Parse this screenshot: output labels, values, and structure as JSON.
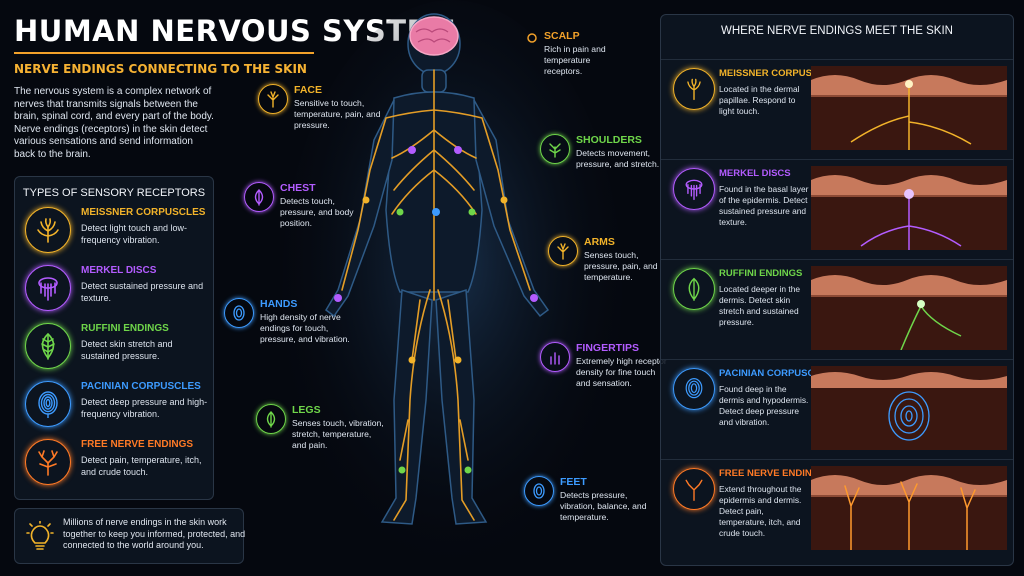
{
  "header": {
    "title": "HUMAN NERVOUS SYSTEM",
    "subtitle": "NERVE ENDINGS CONNECTING TO THE SKIN",
    "intro": "The nervous system is a complex network of nerves that transmits signals between the brain, spinal cord, and every part of the body. Nerve endings (receptors) in the skin detect various sensations and send information back to the brain."
  },
  "colors": {
    "meissner": "#f2b32a",
    "merkel": "#b35cff",
    "ruffini": "#6fd64a",
    "pacinian": "#3d9bff",
    "free": "#ff7a26",
    "accent": "#f2a12a"
  },
  "receptors": {
    "title": "TYPES OF SENSORY RECEPTORS",
    "items": [
      {
        "name": "MEISSNER CORPUSCLES",
        "desc": "Detect light touch and low-frequency vibration.",
        "icon": "meissner-icon"
      },
      {
        "name": "MERKEL DISCS",
        "desc": "Detect sustained pressure and texture.",
        "icon": "merkel-icon"
      },
      {
        "name": "RUFFINI ENDINGS",
        "desc": "Detect skin stretch and sustained pressure.",
        "icon": "ruffini-icon"
      },
      {
        "name": "PACINIAN CORPUSCLES",
        "desc": "Detect deep pressure and high-frequency vibration.",
        "icon": "pacinian-icon"
      },
      {
        "name": "FREE NERVE ENDINGS",
        "desc": "Detect pain, temperature, itch, and crude touch.",
        "icon": "free-nerve-icon"
      }
    ]
  },
  "footer": {
    "text": "Millions of nerve endings in the skin work together to keep you informed, protected, and connected to the world around you.",
    "icon": "lightbulb-icon"
  },
  "body_labels": {
    "scalp": {
      "name": "SCALP",
      "desc": "Rich in pain and temperature receptors."
    },
    "face": {
      "name": "FACE",
      "desc": "Sensitive to touch, temperature, pain, and pressure."
    },
    "shoulders": {
      "name": "SHOULDERS",
      "desc": "Detects movement, pressure, and stretch."
    },
    "chest": {
      "name": "CHEST",
      "desc": "Detects touch, pressure, and body position."
    },
    "arms": {
      "name": "ARMS",
      "desc": "Senses touch, pressure, pain, and temperature."
    },
    "hands": {
      "name": "HANDS",
      "desc": "High density of nerve endings for touch, pressure, and vibration."
    },
    "fingertips": {
      "name": "FINGERTIPS",
      "desc": "Extremely high receptor density for fine touch and sensation."
    },
    "legs": {
      "name": "LEGS",
      "desc": "Senses touch, vibration, stretch, temperature, and pain."
    },
    "feet": {
      "name": "FEET",
      "desc": "Detects pressure, vibration, balance, and temperature."
    }
  },
  "skin": {
    "title": "WHERE NERVE ENDINGS MEET THE SKIN",
    "items": [
      {
        "name": "MEISSNER CORPUSCLES",
        "desc": "Located in the dermal papillae. Respond to light touch."
      },
      {
        "name": "MERKEL DISCS",
        "desc": "Found in the basal layer of the epidermis. Detect sustained pressure and texture."
      },
      {
        "name": "RUFFINI ENDINGS",
        "desc": "Located deeper in the dermis. Detect skin stretch and sustained pressure."
      },
      {
        "name": "PACINIAN CORPUSCLES",
        "desc": "Found deep in the dermis and hypodermis. Detect deep pressure and vibration."
      },
      {
        "name": "FREE NERVE ENDINGS",
        "desc": "Extend throughout the epidermis and dermis. Detect pain, temperature, itch, and crude touch."
      }
    ]
  }
}
